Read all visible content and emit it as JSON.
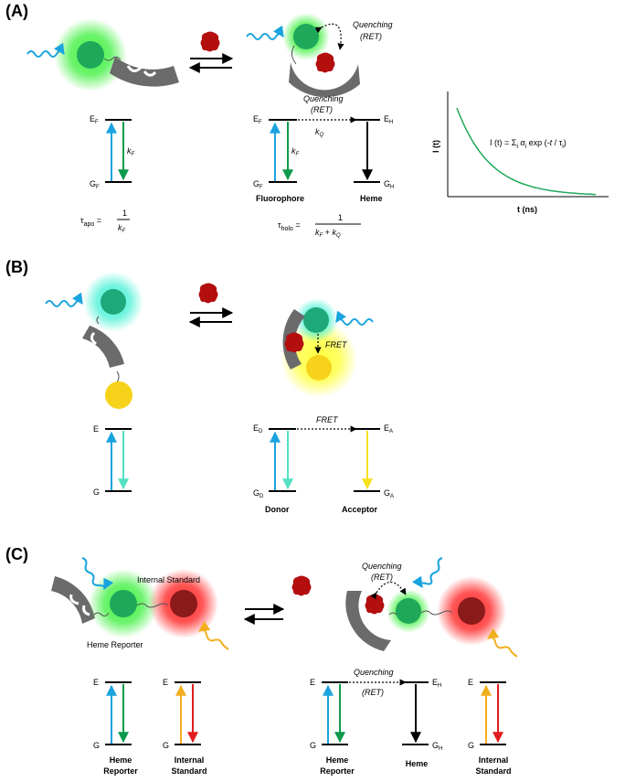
{
  "panels": {
    "a": {
      "letter": "(A)",
      "quench_top": "Quenching",
      "quench_top_sub": "(RET)",
      "quench_mid": "Quenching",
      "quench_mid_sub": "(RET)",
      "E": "E",
      "F": "F",
      "G": "G",
      "H": "H",
      "k": "k",
      "Q": "Q",
      "fluorophore": "Fluorophore",
      "heme": "Heme",
      "tau": "τ",
      "apo": "apo",
      "holo": "holo",
      "one": "1",
      "plus": " + ",
      "equals": "=",
      "plot_ylabel": "I (t)",
      "plot_xlabel": "t (ns)",
      "eq_left": "I (t) = Σ",
      "eq_i": "i",
      "eq_alpha": " α",
      "eq_mid": " exp (-",
      "eq_t": "t",
      "eq_slash": " / τ",
      "eq_end": ")"
    },
    "b": {
      "letter": "(B)",
      "fret_top": "FRET",
      "fret_mid": "FRET",
      "E": "E",
      "G": "G",
      "D": "D",
      "A": "A",
      "donor": "Donor",
      "acceptor": "Acceptor"
    },
    "c": {
      "letter": "(C)",
      "internal_standard": "Internal Standard",
      "heme_reporter": "Heme Reporter",
      "quench_top": "Quenching",
      "quench_top_sub": "(RET)",
      "quench_mid": "Quenching",
      "quench_mid_sub": "(RET)",
      "E": "E",
      "G": "G",
      "H": "H",
      "heme_reporter_l1": "Heme",
      "heme_reporter_l2": "Reporter",
      "internal_l1": "Internal",
      "internal_l2": "Standard",
      "heme": "Heme"
    }
  },
  "colors": {
    "green": "#1fa85a",
    "green_dark": "#0d9a4c",
    "green_glow": "#3cf03c",
    "cyan": "#1aa3de",
    "teal": "#55e0c2",
    "teal_glow": "#3cf0d2",
    "yellow": "#f7e01a",
    "yellow_glow": "#ffff33",
    "red": "#e11d1d",
    "red_glow": "#ff1f1f",
    "orange": "#f3ae1e",
    "heme": "#b30f0f",
    "gray": "#6b6b6b"
  }
}
